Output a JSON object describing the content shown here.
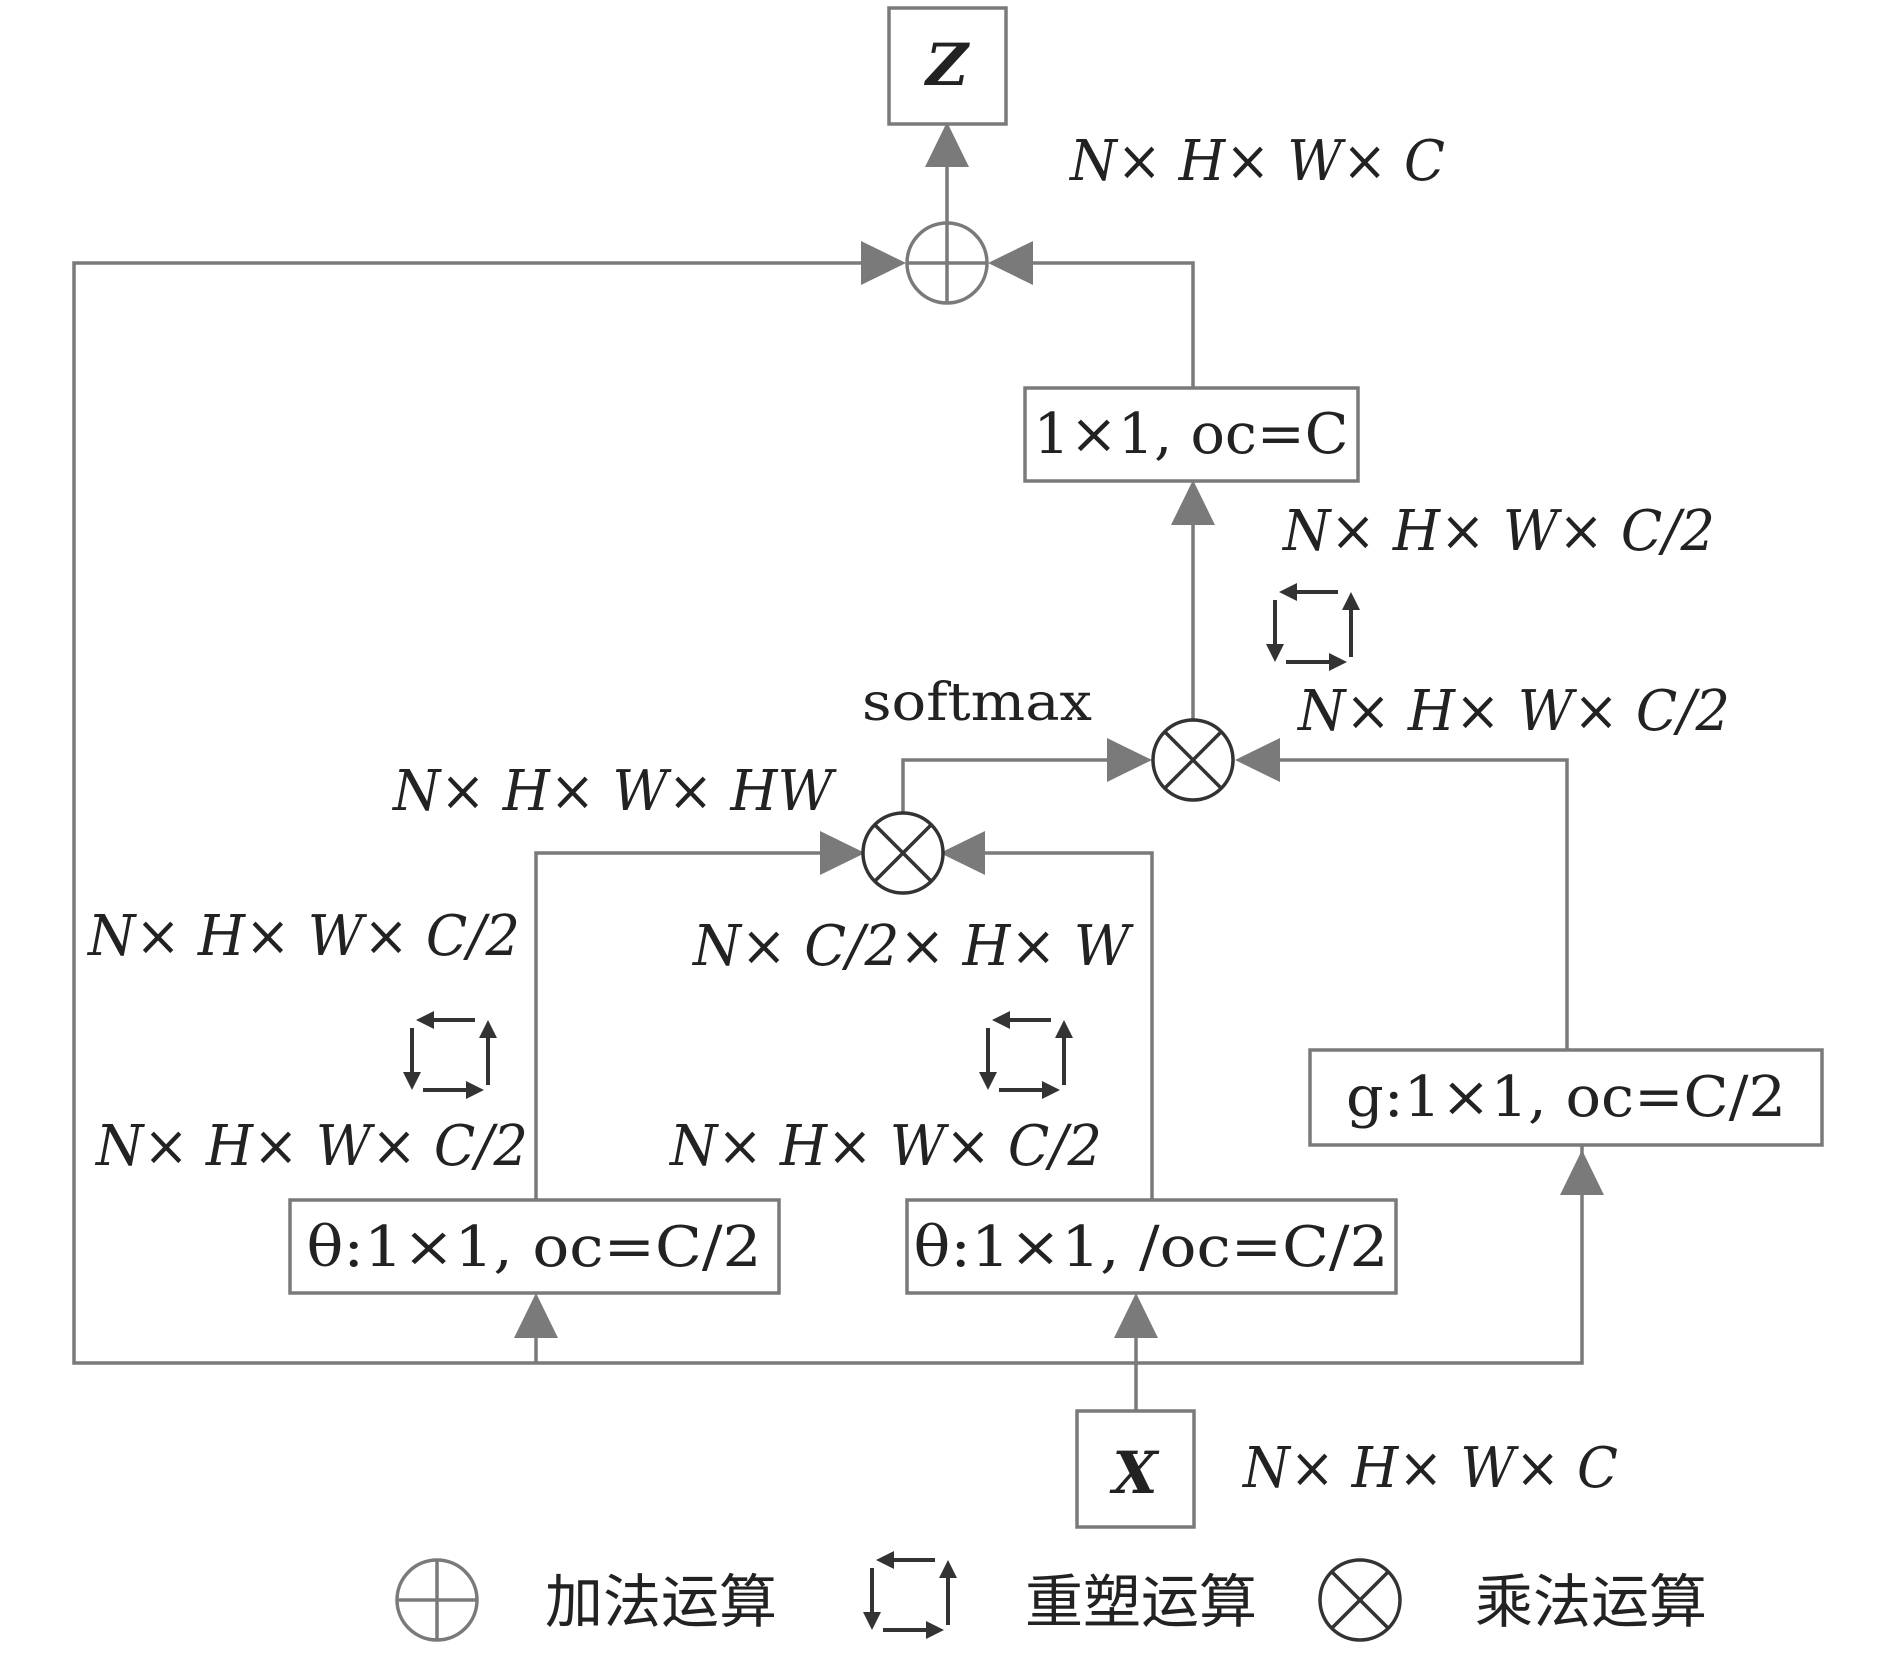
{
  "nodes": {
    "output": "Z",
    "input": "X",
    "out_conv": "1×1, oc=C",
    "theta_conv": "θ:1×1, oc=C/2",
    "phi_conv": "θ:1×1, /oc=C/2",
    "g_conv": "g:1×1, oc=C/2"
  },
  "dims": {
    "output_shape": "N× H× W× C",
    "after_mult_top": "N× H× W× C/2",
    "before_reshape_right": "N× H× W× C/2",
    "softmax": "softmax",
    "affinity": "N× H× W× HW",
    "theta_reshaped": "N× H× W× C/2",
    "phi_reshaped": "N× C/2× H× W",
    "theta_out": "N× H× W× C/2",
    "phi_out": "N× H× W× C/2",
    "input_shape": "N× H× W× C"
  },
  "legend": {
    "add": "加法运算",
    "reshape": "重塑运算",
    "multiply": "乘法运算"
  }
}
